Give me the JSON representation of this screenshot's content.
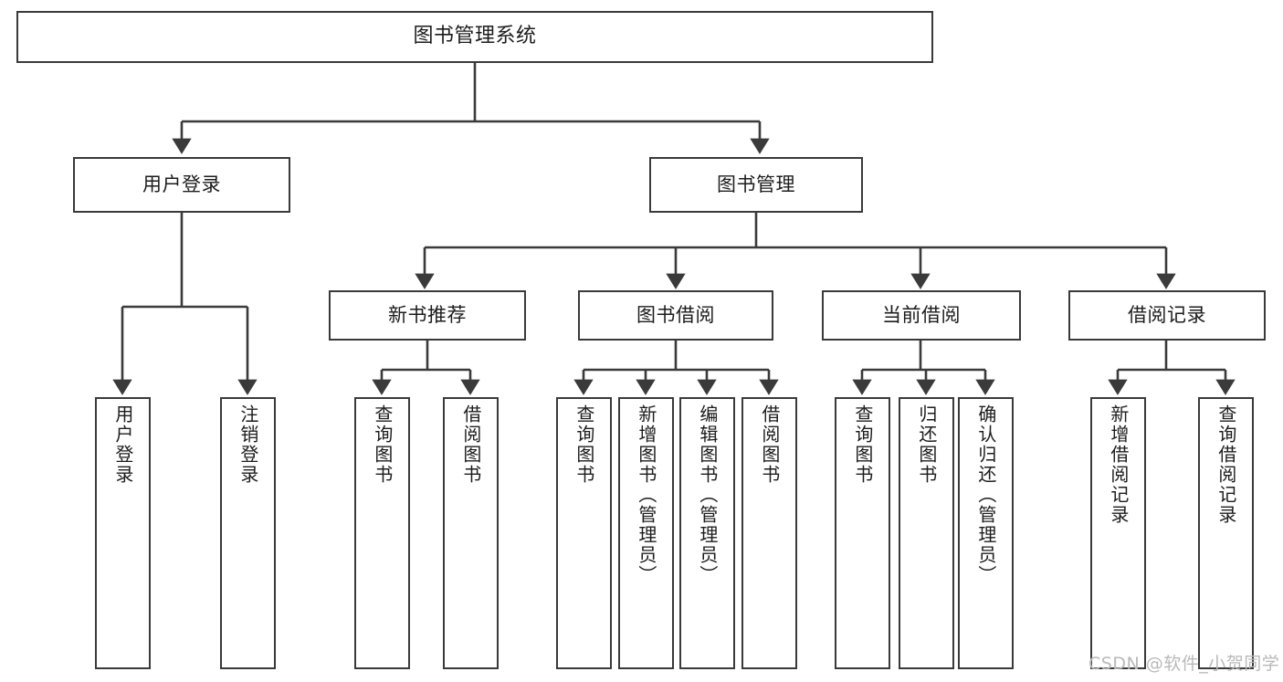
{
  "diagram": {
    "type": "tree-hierarchy-flowchart",
    "title": "图书管理系统",
    "background_color": "#ffffff",
    "line_color": "#3a3a3a",
    "text_color": "#1c1c1c"
  },
  "nodes": {
    "root": {
      "label": "图书管理系统",
      "level": 1,
      "orientation": "horizontal"
    },
    "level2": [
      {
        "id": "user-login",
        "label": "用户登录",
        "orientation": "horizontal"
      },
      {
        "id": "book-management",
        "label": "图书管理",
        "orientation": "horizontal"
      }
    ],
    "level3": [
      {
        "id": "new-book-recommend",
        "label": "新书推荐",
        "parent": "book-management",
        "orientation": "horizontal"
      },
      {
        "id": "book-borrow",
        "label": "图书借阅",
        "parent": "book-management",
        "orientation": "horizontal"
      },
      {
        "id": "current-borrow",
        "label": "当前借阅",
        "parent": "book-management",
        "orientation": "horizontal"
      },
      {
        "id": "borrow-record",
        "label": "借阅记录",
        "parent": "book-management",
        "orientation": "horizontal"
      }
    ],
    "leaves": [
      {
        "id": "leaf-user-login",
        "label": "用户登录",
        "parent": "user-login",
        "orientation": "vertical"
      },
      {
        "id": "leaf-logout-login",
        "label": "注销登录",
        "parent": "user-login",
        "orientation": "vertical"
      },
      {
        "id": "leaf-query-book-1",
        "label": "查询图书",
        "parent": "new-book-recommend",
        "orientation": "vertical"
      },
      {
        "id": "leaf-borrow-book-1",
        "label": "借阅图书",
        "parent": "new-book-recommend",
        "orientation": "vertical"
      },
      {
        "id": "leaf-query-book-2",
        "label": "查询图书",
        "parent": "book-borrow",
        "orientation": "vertical"
      },
      {
        "id": "leaf-add-book",
        "label": "新增图书（管理员）",
        "parent": "book-borrow",
        "orientation": "vertical"
      },
      {
        "id": "leaf-edit-book",
        "label": "编辑图书（管理员）",
        "parent": "book-borrow",
        "orientation": "vertical"
      },
      {
        "id": "leaf-borrow-book-2",
        "label": "借阅图书",
        "parent": "book-borrow",
        "orientation": "vertical"
      },
      {
        "id": "leaf-query-book-3",
        "label": "查询图书",
        "parent": "current-borrow",
        "orientation": "vertical"
      },
      {
        "id": "leaf-return-book",
        "label": "归还图书",
        "parent": "current-borrow",
        "orientation": "vertical"
      },
      {
        "id": "leaf-confirm-return",
        "label": "确认归还（管理员）",
        "parent": "current-borrow",
        "orientation": "vertical"
      },
      {
        "id": "leaf-add-record",
        "label": "新增借阅记录",
        "parent": "borrow-record",
        "orientation": "vertical"
      },
      {
        "id": "leaf-query-record",
        "label": "查询借阅记录",
        "parent": "borrow-record",
        "orientation": "vertical"
      }
    ]
  },
  "watermark": {
    "text": "CSDN @软件_小贺同学"
  }
}
